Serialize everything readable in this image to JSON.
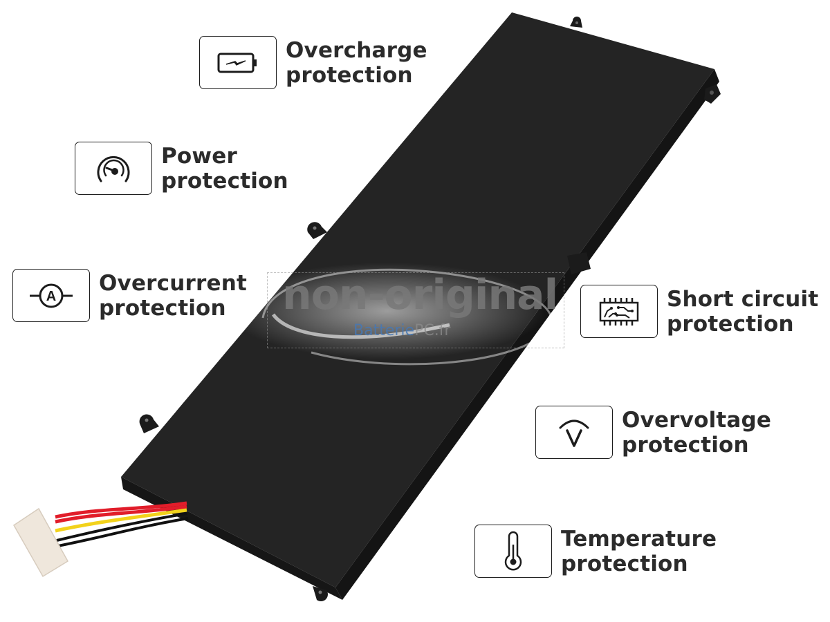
{
  "product": {
    "type": "laptop battery",
    "color": "#232323",
    "cable_colors": [
      "#e11d2a",
      "#e11d2a",
      "#f2d21b",
      "#111111",
      "#111111"
    ]
  },
  "features": [
    {
      "id": "overcharge",
      "icon": "battery-charging-icon",
      "line1": "Overcharge",
      "line2": "protection"
    },
    {
      "id": "power",
      "icon": "gauge-icon",
      "line1": "Power",
      "line2": "protection"
    },
    {
      "id": "overcurrent",
      "icon": "ammeter-icon",
      "line1": "Overcurrent",
      "line2": "protection"
    },
    {
      "id": "short-circuit",
      "icon": "circuit-chip-icon",
      "line1": "Short circuit",
      "line2": "protection"
    },
    {
      "id": "overvoltage",
      "icon": "voltage-icon",
      "line1": "Overvoltage",
      "line2": "protection"
    },
    {
      "id": "temperature",
      "icon": "thermometer-icon",
      "line1": "Temperature",
      "line2": "protection"
    }
  ],
  "watermark": {
    "main": "non-original",
    "brand_part1": "Batterie",
    "brand_part2": "PC.fr"
  }
}
